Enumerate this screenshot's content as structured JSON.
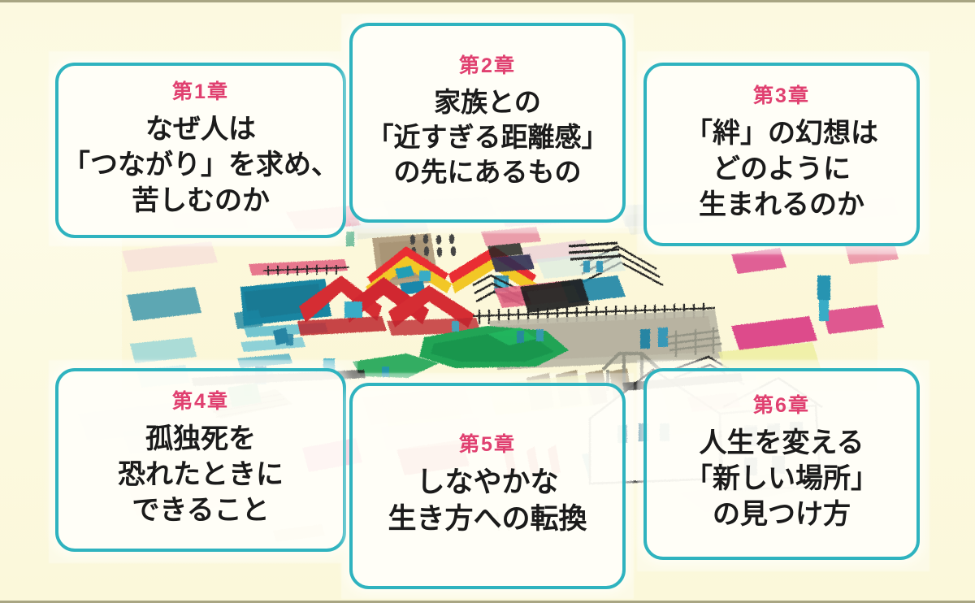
{
  "page": {
    "background_color": "#fbf8dd",
    "border_color": "#a8a583",
    "card_border_color": "#2fb3bf",
    "chapter_label_color": "#e04070",
    "title_color": "#1b1b1b",
    "illustration_name": "crayon-townscape-illustration"
  },
  "chapters": [
    {
      "id": "chapter-1",
      "number": "第1章",
      "title": "なぜ人は\n「つながり」を求め、\n苦しむのか"
    },
    {
      "id": "chapter-2",
      "number": "第2章",
      "title": "家族との\n「近すぎる距離感」\nの先にあるもの"
    },
    {
      "id": "chapter-3",
      "number": "第3章",
      "title": "「絆」の幻想は\nどのように\n生まれるのか"
    },
    {
      "id": "chapter-4",
      "number": "第4章",
      "title": "孤独死を\n恐れたときに\nできること"
    },
    {
      "id": "chapter-5",
      "number": "第5章",
      "title": "しなやかな\n生き方への転換"
    },
    {
      "id": "chapter-6",
      "number": "第6章",
      "title": "人生を変える\n「新しい場所」\nの見つけ方"
    }
  ]
}
